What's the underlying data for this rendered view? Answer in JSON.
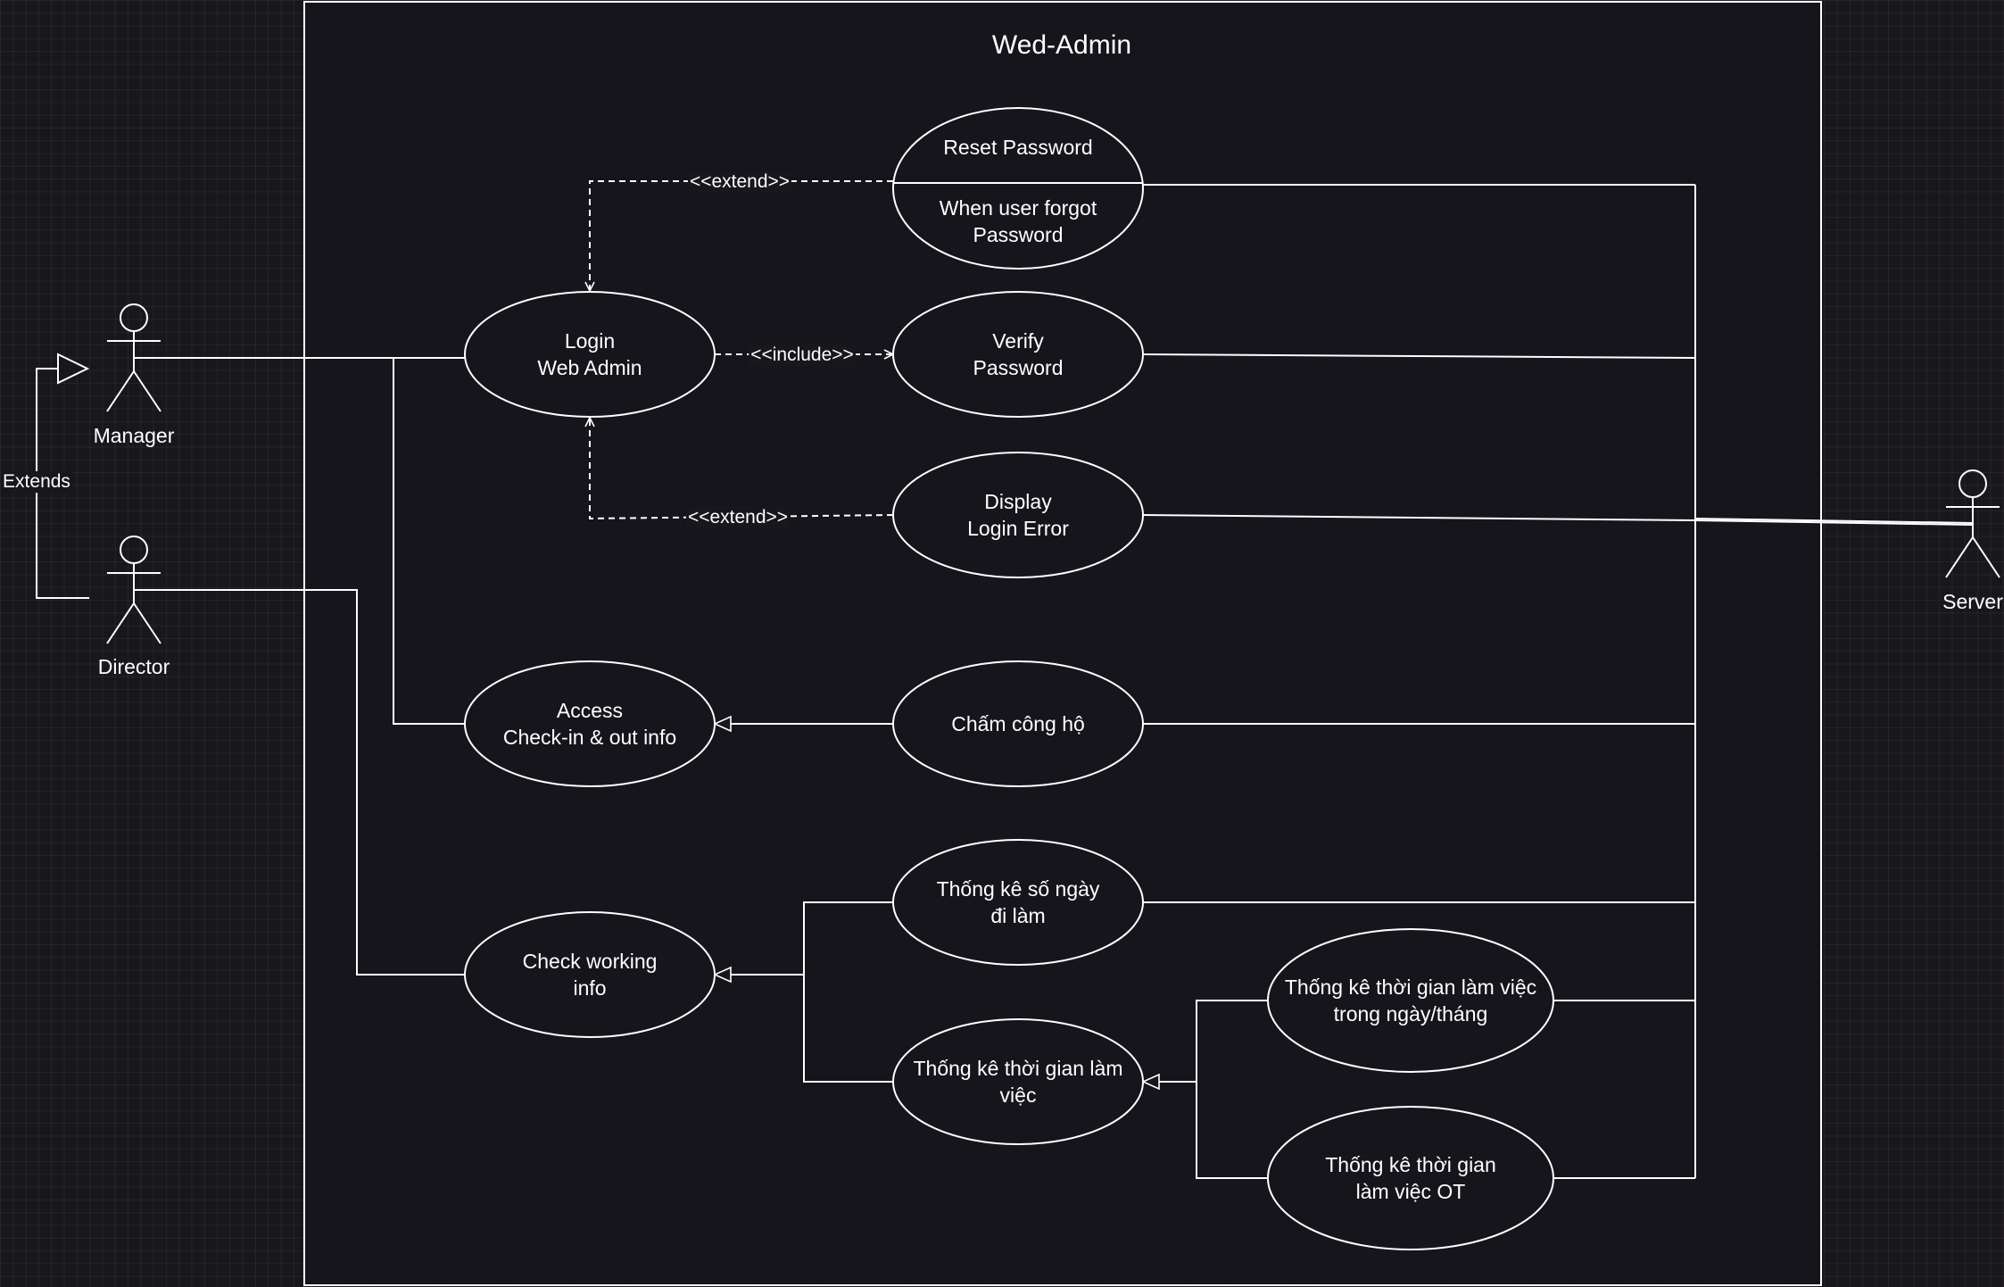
{
  "system": {
    "title": "Wed-Admin"
  },
  "actors": {
    "manager": "Manager",
    "director": "Director",
    "server": "Server"
  },
  "generalization": {
    "label": "Extends"
  },
  "use_cases": {
    "reset_password": {
      "name": "Reset Password",
      "condition_line1": "When user forgot",
      "condition_line2": "Password"
    },
    "login": {
      "line1": "Login",
      "line2": "Web Admin"
    },
    "verify": {
      "line1": "Verify",
      "line2": "Password"
    },
    "display_error": {
      "line1": "Display",
      "line2": "Login Error"
    },
    "access": {
      "line1": "Access",
      "line2": "Check-in & out info"
    },
    "cham_cong": {
      "line1": "Chấm công hộ"
    },
    "check_working": {
      "line1": "Check working",
      "line2": "info"
    },
    "tk_so_ngay": {
      "line1": "Thống kê số ngày",
      "line2": "đi làm"
    },
    "tk_thoi_gian": {
      "line1": "Thống kê thời gian làm",
      "line2": "việc"
    },
    "tk_ngay_thang": {
      "line1": "Thống kê thời gian làm việc",
      "line2": "trong ngày/tháng"
    },
    "tk_ot": {
      "line1": "Thống kê thời gian",
      "line2": "làm việc OT"
    }
  },
  "relations": {
    "extend_reset": "<<extend>>",
    "include_verify": "<<include>>",
    "extend_error": "<<extend>>"
  },
  "colors": {
    "background": "#18171c",
    "system_fill": "#16151b",
    "stroke": "#ffffff"
  }
}
